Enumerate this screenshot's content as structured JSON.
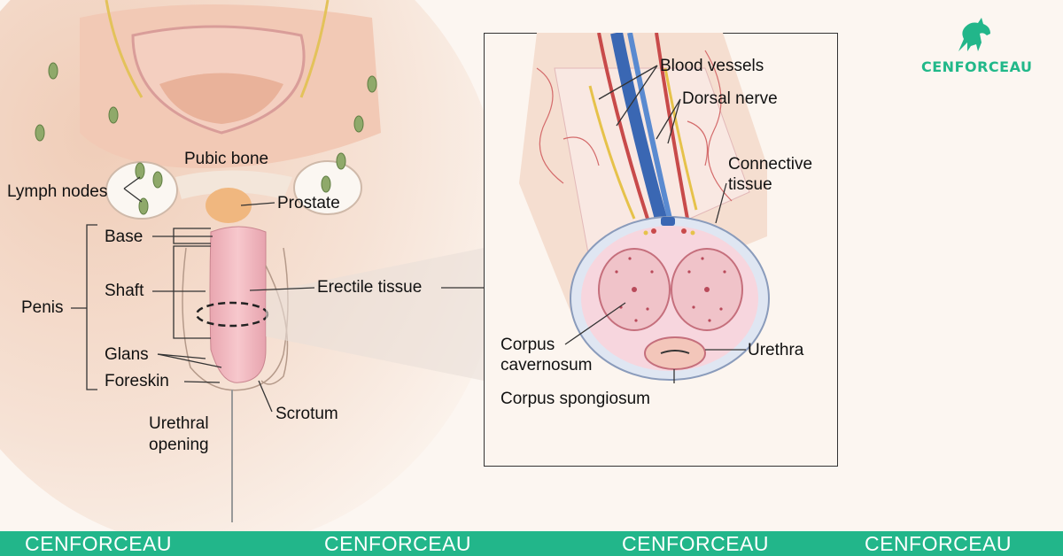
{
  "brand": {
    "logo_text": "CENFORCEAU",
    "logo_icon": "horse-icon",
    "accent_color": "#22b68a"
  },
  "labels": {
    "pubic_bone": "Pubic bone",
    "lymph_nodes": "Lymph nodes",
    "prostate": "Prostate",
    "base": "Base",
    "shaft": "Shaft",
    "penis": "Penis",
    "glans": "Glans",
    "foreskin": "Foreskin",
    "urethral_opening_line1": "Urethral",
    "urethral_opening_line2": "opening",
    "scrotum": "Scrotum",
    "erectile_tissue": "Erectile tissue"
  },
  "inset": {
    "blood_vessels": "Blood vessels",
    "dorsal_nerve": "Dorsal nerve",
    "connective_tissue_line1": "Connective",
    "connective_tissue_line2": "tissue",
    "corpus_cavernosum_line1": "Corpus",
    "corpus_cavernosum_line2": "cavernosum",
    "urethra": "Urethra",
    "corpus_spongiosum": "Corpus spongiosum"
  },
  "footer": {
    "items": [
      "CENFORCEAU",
      "CENFORCEAU",
      "CENFORCEAU",
      "CENFORCEAU"
    ]
  }
}
